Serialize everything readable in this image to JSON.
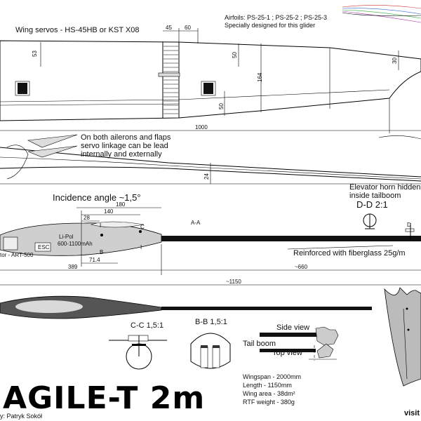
{
  "notes": {
    "wing_servos": "Wing servos - HS-45HB or KST X08",
    "airfoils_line1": "Airfoils: PS-25-1 ; PS-25-2 ; PS-25-3",
    "airfoils_line2": "Specially designed for this glider",
    "linkage_line1": "On both ailerons and flaps",
    "linkage_line2": "servo linkage can be lead",
    "linkage_line3": "internally and externally",
    "incidence": "Incidence angle ~1,5°",
    "elevator_line1": "Elevator horn hidden",
    "elevator_line2": "inside tailboom",
    "section_dd": "D-D 2:1",
    "reinforced": "Reinforced with fiberglass 25g/m",
    "lipol_line1": "Li-Pol",
    "lipol_line2": "600-1100mAh",
    "esc": "ESC",
    "motor": "tor - ART-500",
    "section_cc": "C-C 1,5:1",
    "section_bb": "B-B 1,5:1",
    "side_view": "Side view",
    "tail_boom": "Tail boom",
    "top_view": "Top view",
    "author": "y: Patryk Sokół",
    "visit": "visit",
    "title": "AGILE-T 2m",
    "sec_aa": "A-A"
  },
  "specs": {
    "wingspan": "Wingspan - 2000mm",
    "length": "Length - 1150mm",
    "wing_area": "Wing area - 38dm²",
    "rtf_weight": "RTF weight - 380g"
  },
  "dimensions": {
    "d45": "45",
    "d60": "60",
    "d53": "53",
    "d50a": "50",
    "d164": "164",
    "d30": "30",
    "d50b": "50",
    "d1000": "1000",
    "d24": "24",
    "d180": "180",
    "d140": "140",
    "d28": "28",
    "d71": "71.4",
    "d389": "389",
    "d660": "~660",
    "d1150": "~1150",
    "mark_ib": "I",
    "mark_ic": "I",
    "mark_b": "B",
    "mark_c": "C",
    "mark_d": "D"
  }
}
